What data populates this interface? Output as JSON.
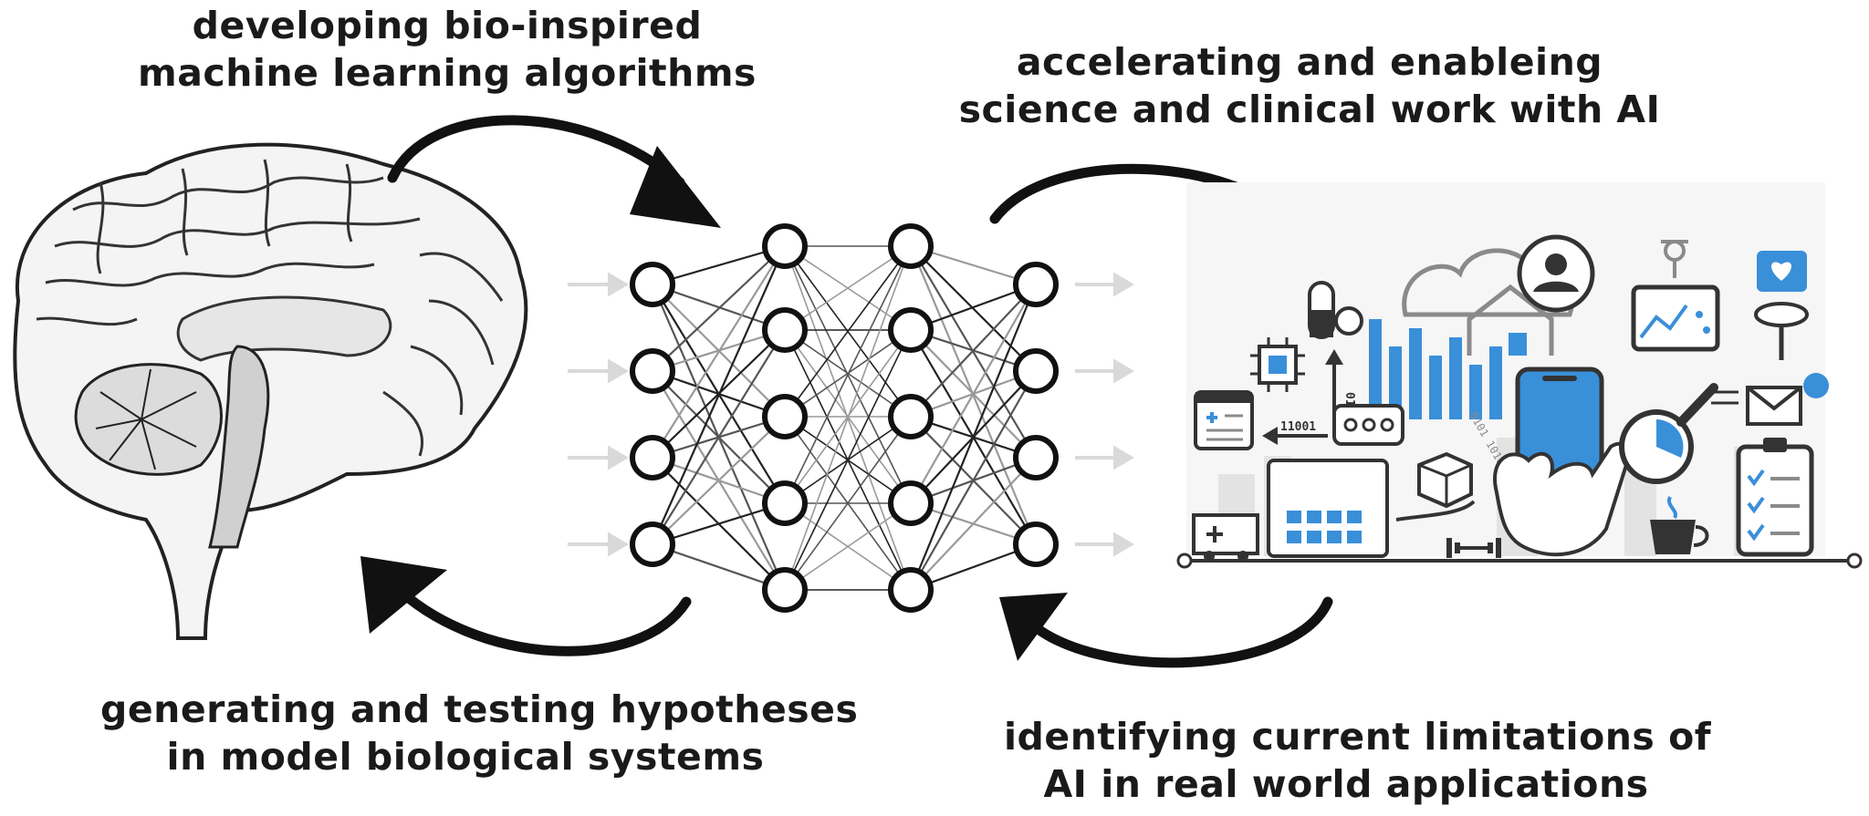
{
  "captions": {
    "top_left": [
      "developing bio-inspired",
      "machine learning algorithms"
    ],
    "top_right": [
      "accelerating and enableing",
      "science and clinical work with AI"
    ],
    "bottom_left": [
      "generating and testing hypotheses",
      "in model biological systems"
    ],
    "bottom_right": [
      "identifying current limitations of",
      "AI in real world applications"
    ]
  },
  "illustration_text": {
    "binary_vertical": "0101",
    "binary_horizontal": "11001",
    "binary_stream": "0101 1010 0110"
  },
  "colors": {
    "ink": "#111111",
    "accent_blue": "#3a8fd9",
    "light_gray": "#d8d8d8",
    "mid_gray": "#8a8a8a"
  },
  "icons": [
    "brain-illustration",
    "neural-network",
    "ai-applications-illustration"
  ]
}
